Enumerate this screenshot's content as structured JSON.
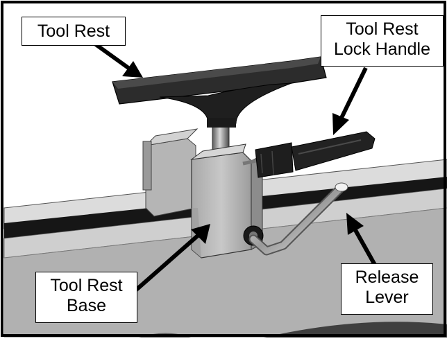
{
  "figure": {
    "colors": {
      "frame": "#000000",
      "background": "#ffffff",
      "bed_light": "#c9c9c9",
      "bed_shade": "#9a9a9a",
      "bed_slot": "#1a1a1a",
      "casting": "#bdbdbd",
      "casting_shade": "#8f8f8f",
      "tool_rest": "#2a2a2a",
      "handle": "#1c1c1c",
      "lever_metal": "#e2e2e2"
    },
    "labels": {
      "tool_rest": [
        "Tool Rest"
      ],
      "lock_handle": [
        "Tool Rest",
        "Lock Handle"
      ],
      "base": [
        "Tool Rest",
        "Base"
      ],
      "release_lever": [
        "Release",
        "Lever"
      ]
    }
  }
}
